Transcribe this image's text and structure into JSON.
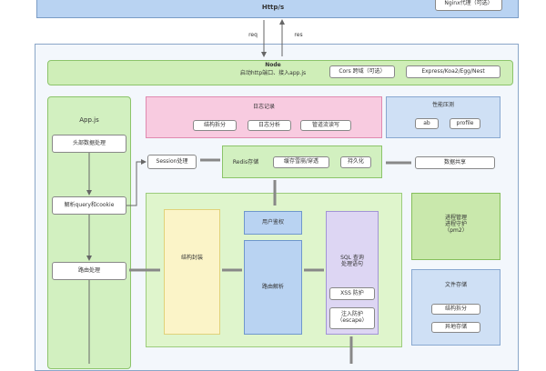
{
  "header": {
    "http_label": "Http/s",
    "nginx_label": "Nginx代理（可选）"
  },
  "arrows": {
    "req": "req",
    "res": "res"
  },
  "node": {
    "title": "Node",
    "subtitle": "启动http端口、接入app.js",
    "cors": "Cors 跨域（可选）",
    "framework": "Express/Koa2/Egg/Nest"
  },
  "appjs": {
    "title": "App.js",
    "header_handling": "头部数据处理",
    "parse": "解析query和cookie",
    "routing": "路由处理"
  },
  "log": {
    "title": "日志记录",
    "items": [
      "结构拆分",
      "日志分析",
      "管道流读写"
    ]
  },
  "perf": {
    "title": "性能压测",
    "items": [
      "ab",
      "profile"
    ]
  },
  "session": "Session处理",
  "redis": {
    "title": "Redis存储",
    "items": [
      "缓存雪崩/穿透",
      "持久化"
    ]
  },
  "data_share": "数据共享",
  "middle": {
    "struct": "结构封装",
    "auth": "用户鉴权",
    "route_parse": "路由解析",
    "sql_title": "SQL 查询\n处理语句",
    "xss": "XSS 防护",
    "inject": "注入防护\n（escape）"
  },
  "process": "进程管理\n进程守护\n（pm2）",
  "file": {
    "title": "文件存储",
    "items": [
      "结构拆分",
      "异地存储"
    ]
  }
}
